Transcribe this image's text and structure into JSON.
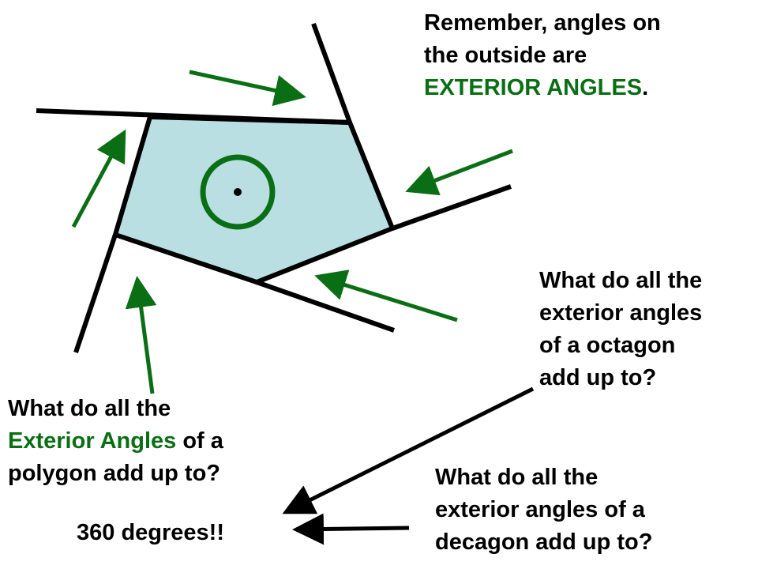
{
  "colors": {
    "background": "#ffffff",
    "polygon_fill": "#b9dfe3",
    "outline": "#000000",
    "accent_green": "#0a6e14"
  },
  "note": {
    "line1": "Remember, angles on",
    "line2": "the outside are",
    "highlight": "EXTERIOR ANGLES",
    "end": "."
  },
  "question_polygon": {
    "line1": "What do all the",
    "highlight": "Exterior Angles",
    "line2_rest": " of a",
    "line3": "polygon add up to?"
  },
  "question_octagon": {
    "line1": "What do all the",
    "line2": "exterior angles",
    "line3": "of a octagon",
    "line4": "add up to?"
  },
  "question_decagon": {
    "line1": "What do all the",
    "line2": "exterior angles of a",
    "line3": "decagon add up to?"
  },
  "answer": "360 degrees!!"
}
